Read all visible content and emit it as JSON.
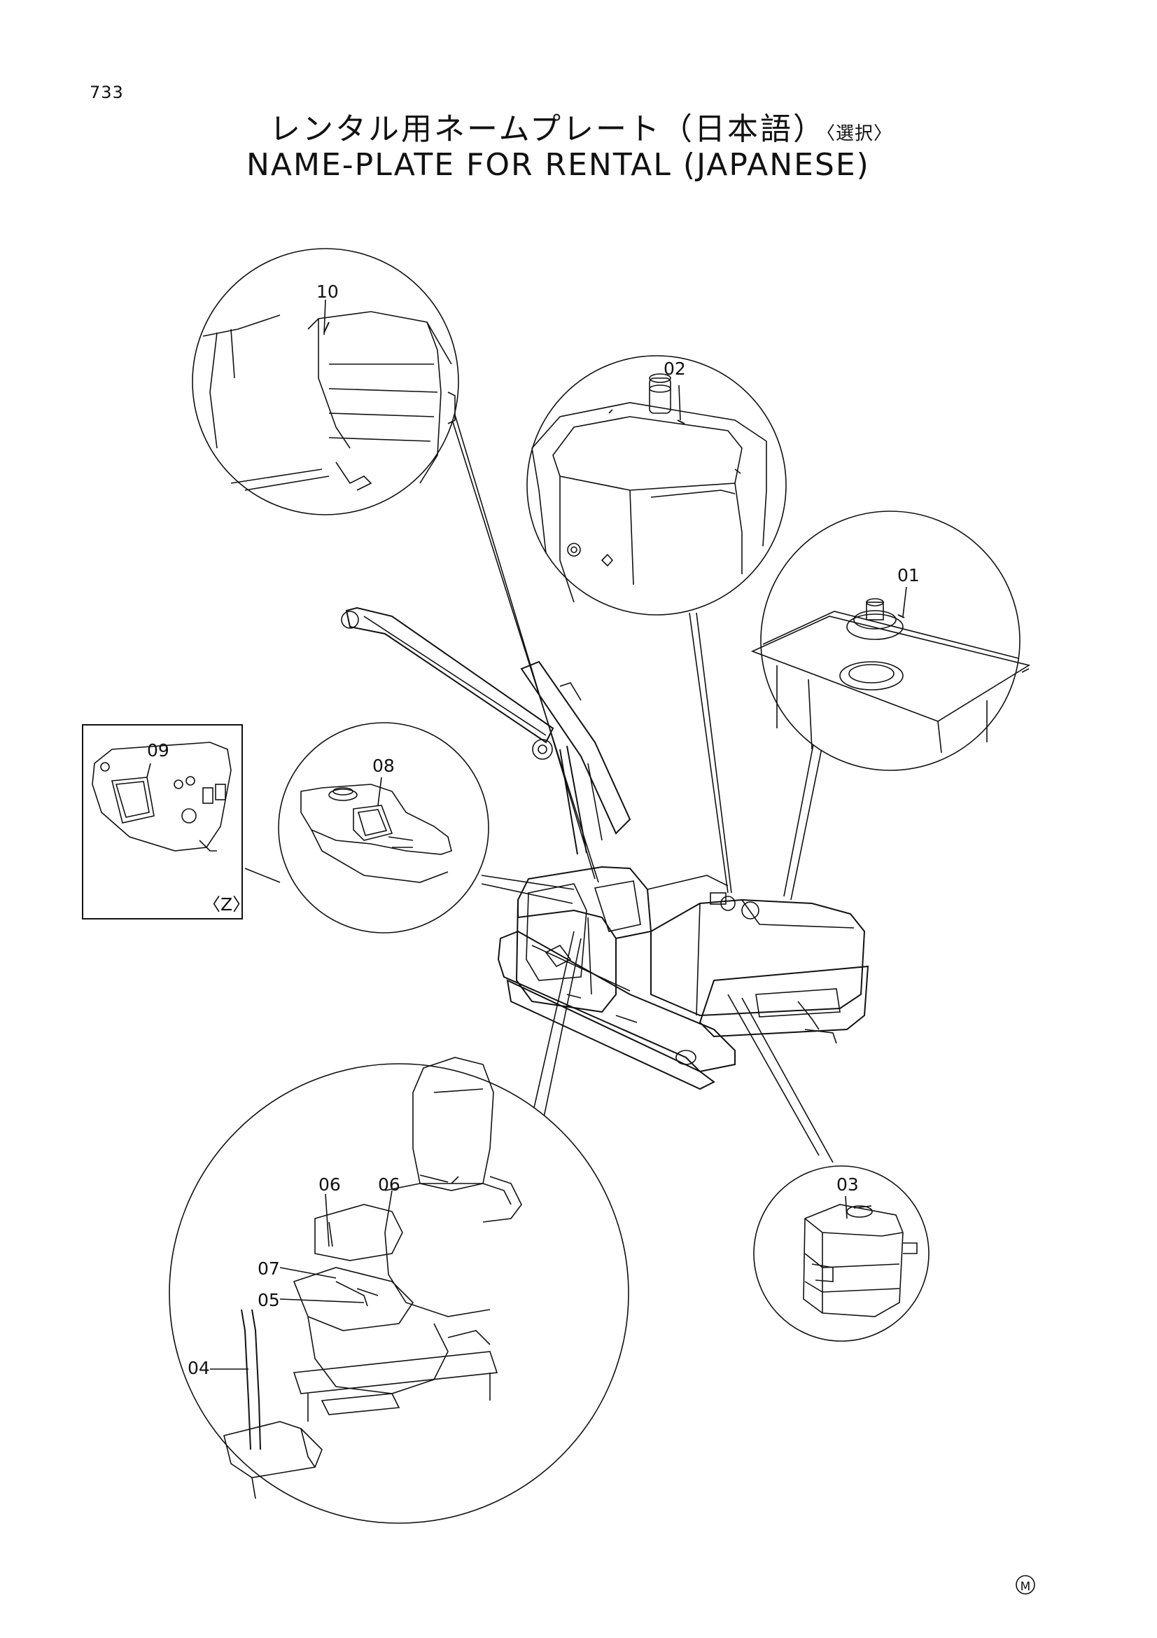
{
  "page_number": "733",
  "title": {
    "japanese": "レンタル用ネームプレート（日本語）",
    "japanese_suffix": "〈選択〉",
    "english": "NAME-PLATE FOR RENTAL (JAPANESE)"
  },
  "callouts": {
    "p01": "01",
    "p02": "02",
    "p03": "03",
    "p04": "04",
    "p05": "05",
    "p06a": "06",
    "p06b": "06",
    "p07": "07",
    "p08": "08",
    "p09": "09",
    "p10": "10"
  },
  "view_label": "〈Z〉",
  "mark": "M"
}
